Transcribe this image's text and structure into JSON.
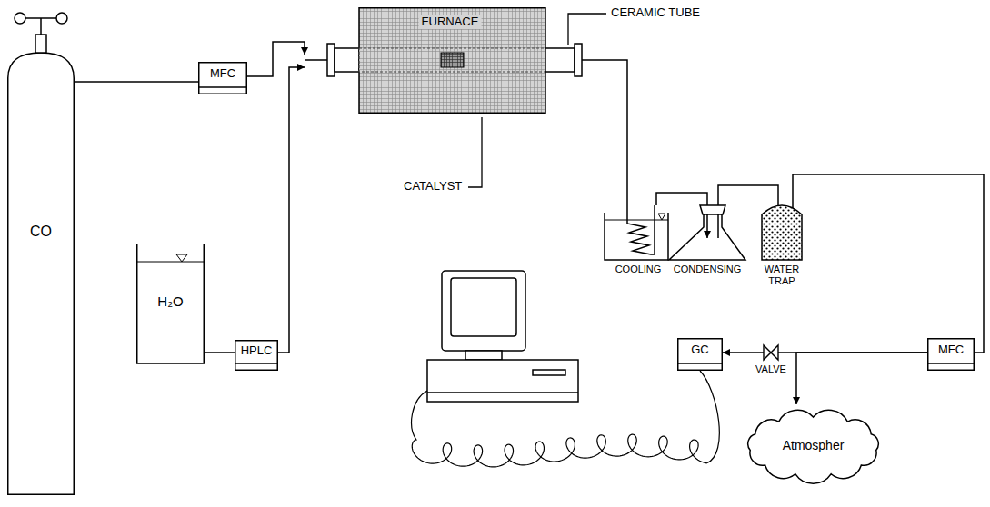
{
  "diagram": {
    "nodes": [
      {
        "text": [
          "CO"
        ]
      },
      {
        "text": [
          "MFC"
        ]
      },
      {
        "text": [
          "FURNACE"
        ]
      },
      {
        "text": [
          "H₂O"
        ]
      },
      {
        "text": [
          "HPLC"
        ]
      },
      {
        "text": [
          "COOLING"
        ]
      },
      {
        "text": [
          "CONDENSING"
        ]
      },
      {
        "text": [
          "WATER TRAP"
        ]
      },
      {
        "text": [
          "GC"
        ]
      },
      {
        "text": [
          "MFC"
        ]
      },
      {
        "text": [
          "Atmospher"
        ]
      }
    ],
    "edges": [
      {
        "from": 0,
        "to": 1,
        "arrow": "none"
      },
      {
        "from": 1,
        "to": 2,
        "arrow": "to"
      },
      {
        "from": 3,
        "to": 4,
        "arrow": "none"
      },
      {
        "from": 4,
        "to": 2,
        "arrow": "to"
      },
      {
        "from": 2,
        "to": 5,
        "arrow": "none"
      },
      {
        "from": 5,
        "to": 6,
        "arrow": "to"
      },
      {
        "from": 6,
        "to": 7,
        "arrow": "to"
      },
      {
        "from": 7,
        "to": 9,
        "arrow": "none"
      },
      {
        "from": 9,
        "to": 8,
        "arrow": "to"
      },
      {
        "from": 9,
        "to": 10,
        "arrow": "to"
      }
    ],
    "labels": [
      "CERAMIC TUBE",
      "CATALYST",
      "VALVE"
    ]
  }
}
